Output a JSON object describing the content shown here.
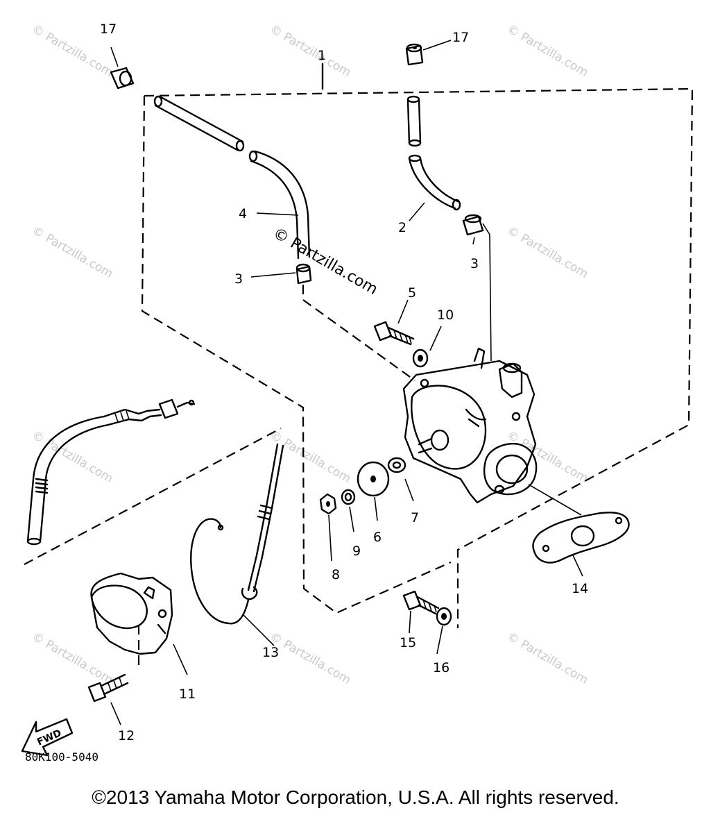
{
  "diagram": {
    "part_labels": [
      "1",
      "2",
      "3",
      "3",
      "4",
      "5",
      "6",
      "7",
      "8",
      "9",
      "10",
      "11",
      "12",
      "13",
      "14",
      "15",
      "16",
      "17",
      "17"
    ],
    "fwd_label": "FWD",
    "drawing_code": "80K100-5040",
    "watermark_center": "© Partzilla.com",
    "watermark_repeat": "© Partzilla.com"
  },
  "footer": {
    "copyright": "©2013  Yamaha Motor Corporation, U.S.A. All rights reserved."
  }
}
